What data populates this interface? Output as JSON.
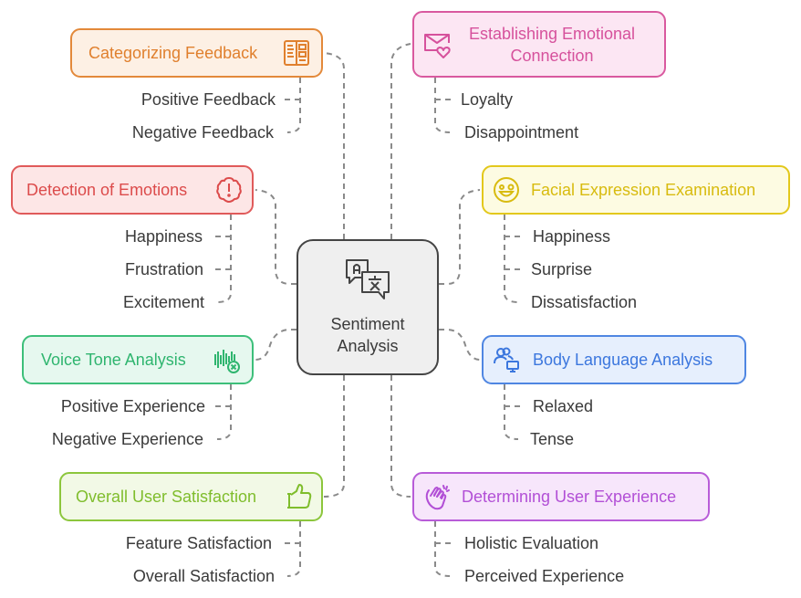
{
  "center": {
    "title_line1": "Sentiment",
    "title_line2": "Analysis",
    "icon": "translate-icon"
  },
  "branches": {
    "categorizing": {
      "label": "Categorizing Feedback",
      "icon": "layout-panels-icon",
      "color": "#e0802e",
      "leaves": [
        "Positive Feedback",
        "Negative Feedback"
      ]
    },
    "emotional": {
      "label_line1": "Establishing Emotional",
      "label_line2": "Connection",
      "icon": "mail-heart-icon",
      "color": "#d6519c",
      "leaves": [
        "Loyalty",
        "Disappointment"
      ]
    },
    "detection": {
      "label": "Detection of Emotions",
      "icon": "alert-badge-icon",
      "color": "#dc4b4b",
      "leaves": [
        "Happiness",
        "Frustration",
        "Excitement"
      ]
    },
    "facial": {
      "label": "Facial Expression Examination",
      "icon": "smiley-face-icon",
      "color": "#d8bb0f",
      "leaves": [
        "Happiness",
        "Surprise",
        "Dissatisfaction"
      ]
    },
    "voice": {
      "label": "Voice Tone Analysis",
      "icon": "audio-wave-cancel-icon",
      "color": "#2fb56f",
      "leaves": [
        "Positive Experience",
        "Negative Experience"
      ]
    },
    "body": {
      "label": "Body Language Analysis",
      "icon": "users-monitor-icon",
      "color": "#3c77de",
      "leaves": [
        "Relaxed",
        "Tense"
      ]
    },
    "satisfaction": {
      "label": "Overall User Satisfaction",
      "icon": "thumbs-up-icon",
      "color": "#7fbd2c",
      "leaves": [
        "Feature Satisfaction",
        "Overall Satisfaction"
      ]
    },
    "experience": {
      "label": "Determining User Experience",
      "icon": "clapping-hands-icon",
      "color": "#b24fd6",
      "leaves": [
        "Holistic Evaluation",
        "Perceived Experience"
      ]
    }
  }
}
